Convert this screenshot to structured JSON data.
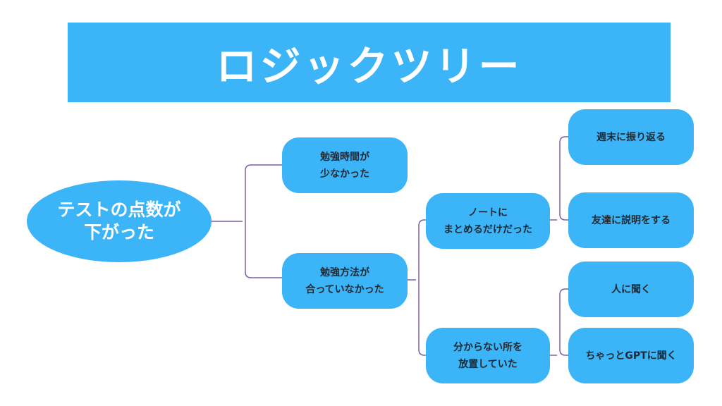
{
  "title": "ロジックツリー",
  "colors": {
    "node_fill": "#3bb4f8",
    "connector": "#7b5ea7",
    "title_text": "#ffffff",
    "node_text": "#1f2a33"
  },
  "nodes": {
    "root": {
      "line1": "テストの点数が",
      "line2": "下がった"
    },
    "study_time": {
      "line1": "勉強時間が",
      "line2": "少なかった"
    },
    "study_method": {
      "line1": "勉強方法が",
      "line2": "合っていなかった"
    },
    "notes": {
      "line1": "ノートに",
      "line2": "まとめるだけだった"
    },
    "unknowns": {
      "line1": "分からない所を",
      "line2": "放置していた"
    },
    "weekend_review": {
      "line1": "週末に振り返る"
    },
    "explain_friend": {
      "line1": "友達に説明をする"
    },
    "ask_person": {
      "line1": "人に聞く"
    },
    "ask_gpt": {
      "line1": "ちゃっとGPTに聞く"
    }
  }
}
